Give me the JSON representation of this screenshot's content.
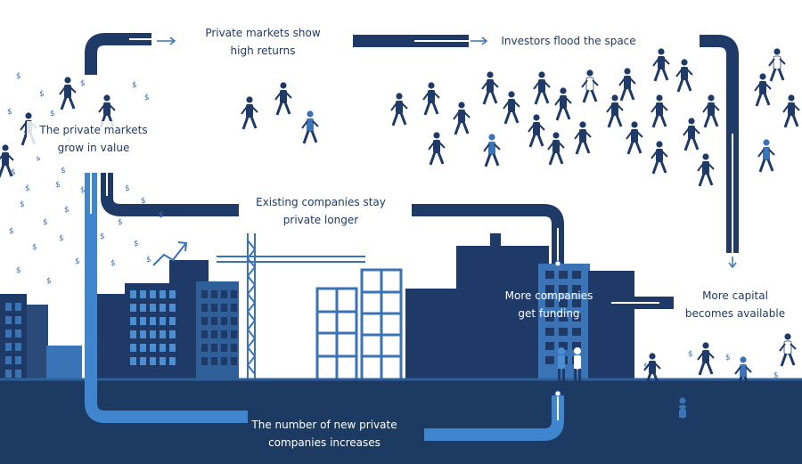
{
  "colors": {
    "navy": "#1f3a66",
    "ground": "#1d3a63",
    "mid_blue": "#3a73b6",
    "light_blue": "#4b8ed1",
    "pipe_dark": "#1f3a66",
    "pipe_light": "#3f86cf",
    "background": "#ffffff"
  },
  "steps": {
    "private_markets_show": {
      "line1": "Private markets show",
      "line2": "high returns"
    },
    "investors_flood": {
      "line1": "Investors flood the space"
    },
    "private_markets_grow": {
      "line1": "The private markets",
      "line2": "grow in value"
    },
    "companies_stay_private": {
      "line1": "Existing companies stay",
      "line2": "private longer"
    },
    "more_companies_funding": {
      "line1": "More companies",
      "line2": "get funding"
    },
    "more_capital": {
      "line1": "More capital",
      "line2": "becomes available"
    },
    "new_private_companies": {
      "line1": "The number of new private",
      "line2": "companies increases"
    }
  },
  "icons": {
    "dollar": "$",
    "runner": "business-person-running-icon",
    "arrow": "arrow-right-icon",
    "trend": "trend-up-icon"
  }
}
